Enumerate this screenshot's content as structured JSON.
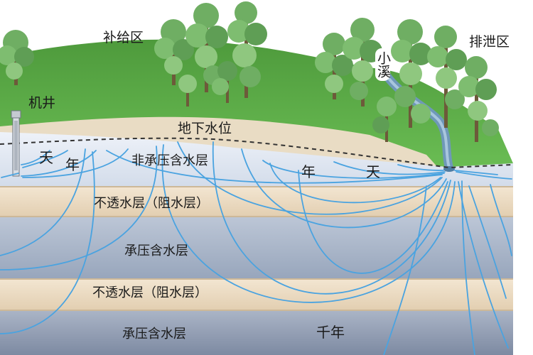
{
  "labels": {
    "recharge_zone": "补给区",
    "discharge_zone": "排泄区",
    "well": "机井",
    "stream": "小溪",
    "water_table": "地下水位",
    "unconfined_aquifer": "非承压含水层",
    "aquitard_1": "不透水层（阻水层）",
    "confined_aquifer_1": "承压含水层",
    "aquitard_2": "不透水层（阻水层）",
    "confined_aquifer_2": "承压含水层"
  },
  "flow_time_labels": {
    "left_day": "天",
    "left_year": "年",
    "right_year": "年",
    "right_day": "天",
    "thousand_years": "千年"
  },
  "colors": {
    "grass": "#7cb342",
    "tree": "#5aa05a",
    "trunk": "#6d5a3a",
    "soil": "#e8d7bd",
    "unconfined": "#dfe6f2",
    "aquitard": "#ecdcc4",
    "confined": "#a4b0c4",
    "flow_line": "#4aa3e0",
    "stream": "#6f98b9"
  }
}
